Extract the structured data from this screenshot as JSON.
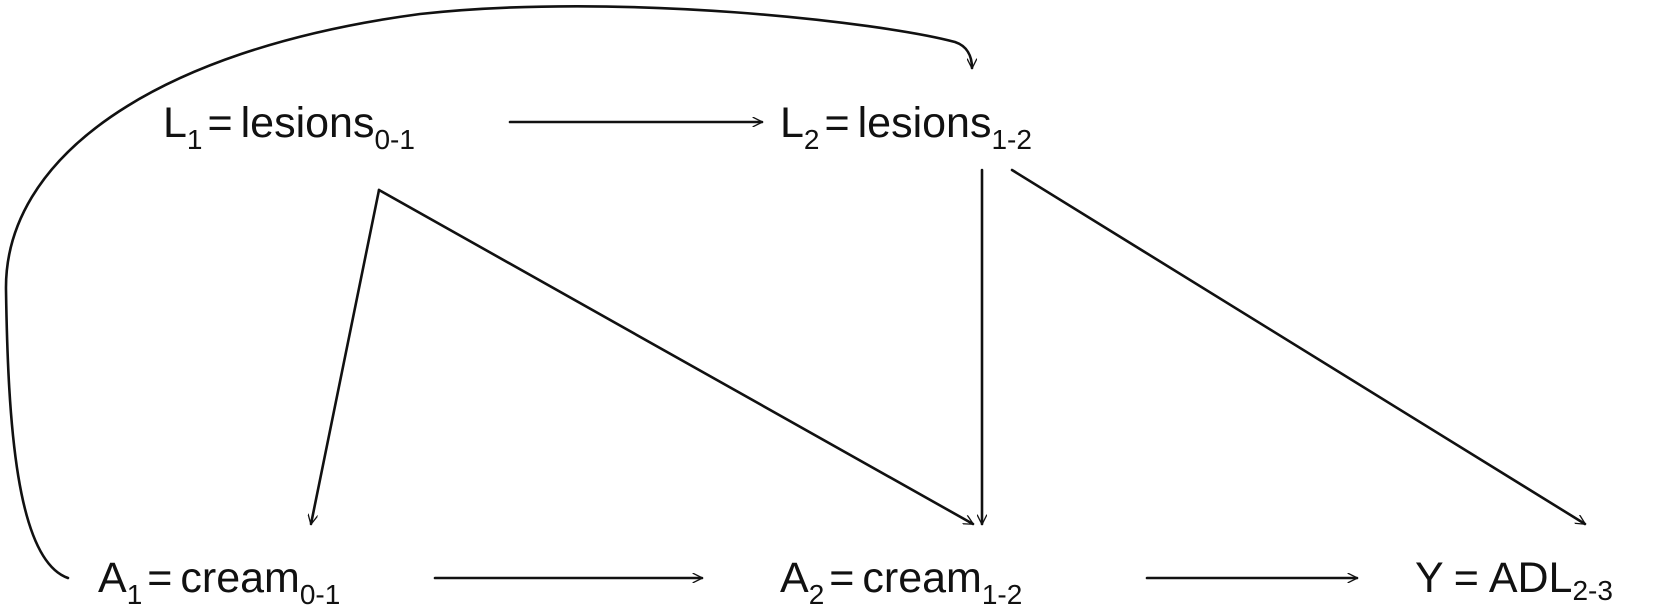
{
  "nodes": {
    "L1": {
      "sym": "L",
      "sub": "1",
      "eq": "=",
      "word": "lesions",
      "range": "0-1"
    },
    "L2": {
      "sym": "L",
      "sub": "2",
      "eq": "=",
      "word": "lesions",
      "range": "1-2"
    },
    "A1": {
      "sym": "A",
      "sub": "1",
      "eq": "=",
      "word": "cream",
      "range": "0-1"
    },
    "A2": {
      "sym": "A",
      "sub": "2",
      "eq": "=",
      "word": "cream",
      "range": "1-2"
    },
    "Y": {
      "sym": "Y",
      "eq": "=",
      "word": "ADL",
      "range": "2-3"
    }
  },
  "edges": [
    {
      "from": "L1",
      "to": "L2"
    },
    {
      "from": "L1",
      "to": "A1"
    },
    {
      "from": "L1",
      "to": "A2"
    },
    {
      "from": "L2",
      "to": "A2"
    },
    {
      "from": "L2",
      "to": "Y"
    },
    {
      "from": "A1",
      "to": "A2"
    },
    {
      "from": "A2",
      "to": "Y"
    },
    {
      "from": "A1",
      "to": "L2"
    }
  ],
  "colors": {
    "ink": "#111111",
    "background": "#ffffff"
  }
}
